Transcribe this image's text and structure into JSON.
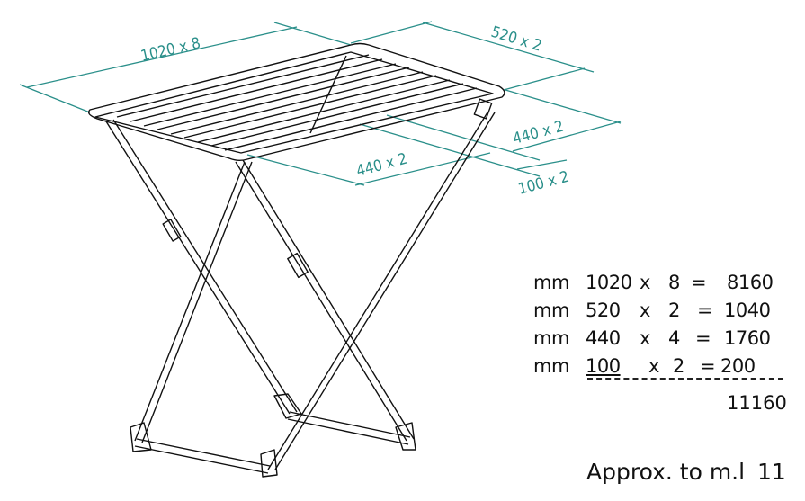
{
  "colors": {
    "dimension": "#2a8f8a",
    "line": "#111111"
  },
  "dimensions": {
    "top_long": "1020 x 8",
    "top_short": "520 x 2",
    "right_440": "440 x 2",
    "front_440": "440 x 2",
    "right_100": "100 x 2"
  },
  "table": {
    "rows": [
      {
        "unit": "mm",
        "length": "1020",
        "x": "x",
        "count": "8",
        "eq": "=",
        "result": "8160"
      },
      {
        "unit": "mm",
        "length": "520",
        "x": "x",
        "count": "2",
        "eq": "=",
        "result": "1040"
      },
      {
        "unit": "mm",
        "length": "440",
        "x": "x",
        "count": "4",
        "eq": "=",
        "result": "1760"
      },
      {
        "unit": "mm",
        "length": "100",
        "x": "x",
        "count": "2",
        "eq": "=",
        "result": "200"
      }
    ],
    "total": "11160"
  },
  "footer": {
    "label": "Approx. to m.l",
    "value": "11"
  }
}
